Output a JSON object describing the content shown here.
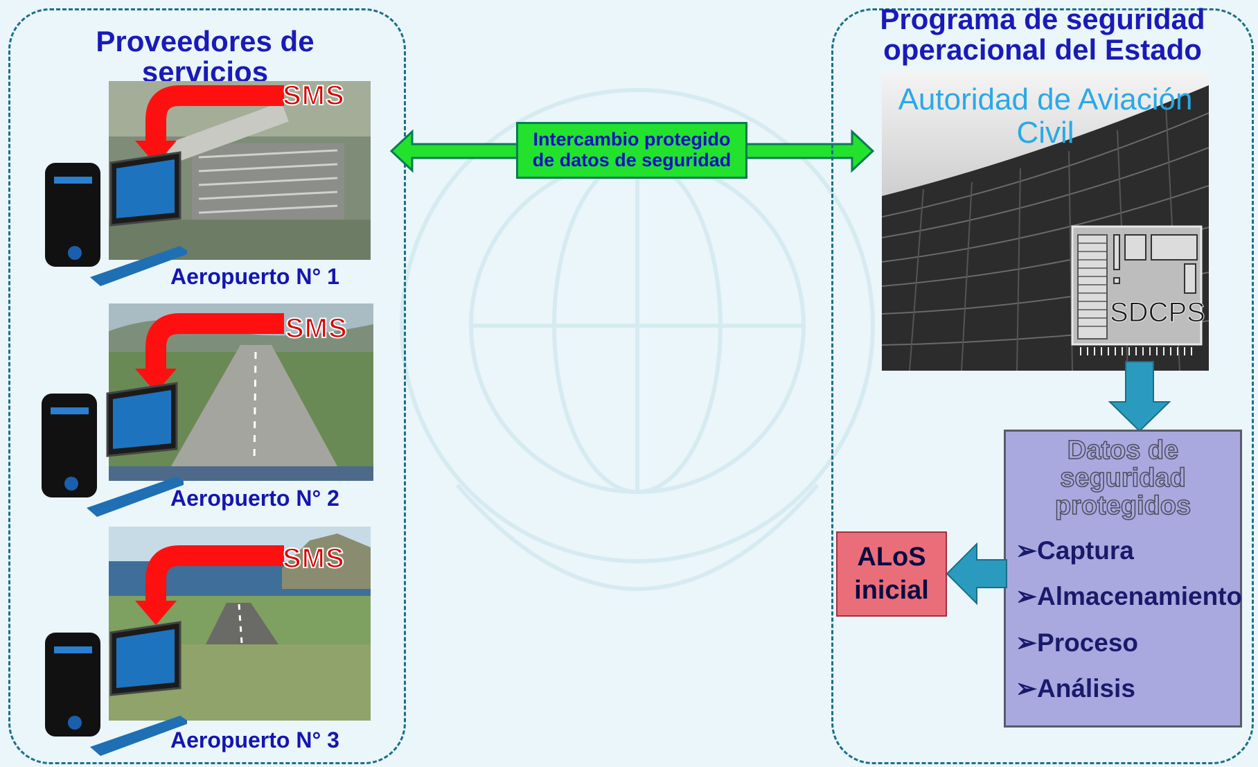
{
  "left_region": {
    "title": "Proveedores de servicios",
    "airports": [
      {
        "label": "Aeropuerto N° 1",
        "badge": "SMS"
      },
      {
        "label": "Aeropuerto N° 2",
        "badge": "SMS"
      },
      {
        "label": "Aeropuerto N° 3",
        "badge": "SMS"
      }
    ]
  },
  "exchange": {
    "line1": "Intercambio protegido",
    "line2": "de datos de seguridad"
  },
  "right_region": {
    "title_line1": "Programa de seguridad",
    "title_line2": "operacional del Estado",
    "authority_line1": "Autoridad de Aviación",
    "authority_line2": "Civil",
    "chip_label": "SDCPS"
  },
  "data_panel": {
    "title_line1": "Datos de",
    "title_line2": "seguridad",
    "title_line3": "protegidos",
    "items": [
      "Captura",
      "Almacenamiento",
      "Proceso",
      "Análisis"
    ]
  },
  "alos": {
    "line1": "ALoS",
    "line2": "inicial"
  },
  "colors": {
    "background": "#eaf6f9",
    "region_border": "#1b6f8a",
    "title_text": "#1a1ab8",
    "exchange_fill": "#22e22e",
    "flow_arrow": "#2a9bbf",
    "data_panel_fill": "#a9a9e0",
    "alos_fill": "#ea6e7a",
    "sms_arrow": "#ff1010"
  }
}
